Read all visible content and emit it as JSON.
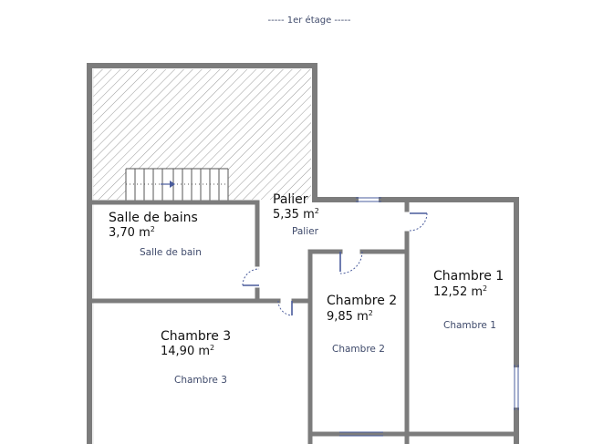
{
  "floor_label": "----- 1er étage -----",
  "rooms": [
    {
      "id": "salle-de-bains",
      "name": "Salle de bains",
      "area_value": "3,70 m",
      "area_sup": "2",
      "tag": "Salle de bain"
    },
    {
      "id": "palier",
      "name": "Palier",
      "area_value": "5,35 m",
      "area_sup": "2",
      "tag": "Palier"
    },
    {
      "id": "chambre-1",
      "name": "Chambre 1",
      "area_value": "12,52 m",
      "area_sup": "2",
      "tag": "Chambre 1"
    },
    {
      "id": "chambre-2",
      "name": "Chambre 2",
      "area_value": "9,85 m",
      "area_sup": "2",
      "tag": "Chambre 2"
    },
    {
      "id": "chambre-3",
      "name": "Chambre 3",
      "area_value": "14,90 m",
      "area_sup": "2",
      "tag": "Chambre 3"
    }
  ],
  "colors": {
    "wall": "#7c7c7c",
    "door": "#4a5c9c",
    "label": "#3f4a6b",
    "hatch": "#9a9a9a"
  }
}
